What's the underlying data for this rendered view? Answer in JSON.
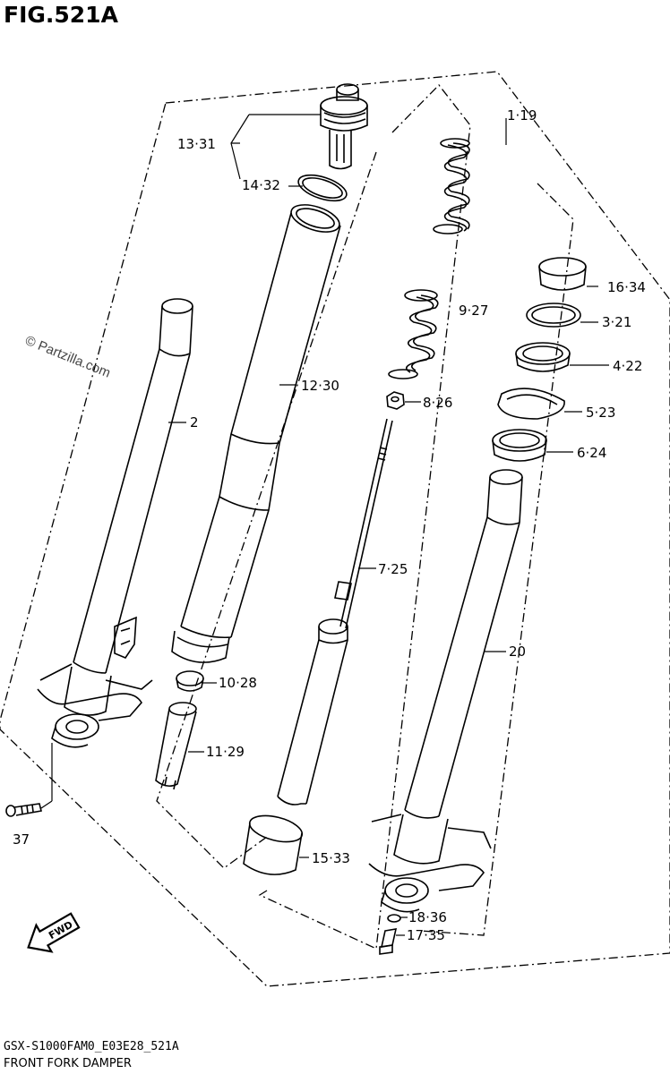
{
  "header": {
    "figure_id": "FIG.521A"
  },
  "footer": {
    "drawing_code": "GSX-S1000FAM0_E03E28_521A",
    "caption": "FRONT FORK DAMPER"
  },
  "watermark": {
    "text": "© Partzilla.com"
  },
  "fwd_badge": {
    "text": "FWD",
    "icon": "forward-arrow-icon"
  },
  "callouts": {
    "c1": "1·19",
    "c2": "2",
    "c3": "3·21",
    "c4": "4·22",
    "c5": "5·23",
    "c6": "6·24",
    "c7": "7·25",
    "c8": "8·26",
    "c9": "9·27",
    "c10": "10·28",
    "c11": "11·29",
    "c12": "12·30",
    "c13": "13·31",
    "c14": "14·32",
    "c15": "15·33",
    "c16": "16·34",
    "c17": "17·35",
    "c18": "18·36",
    "c20": "20",
    "c37": "37"
  }
}
